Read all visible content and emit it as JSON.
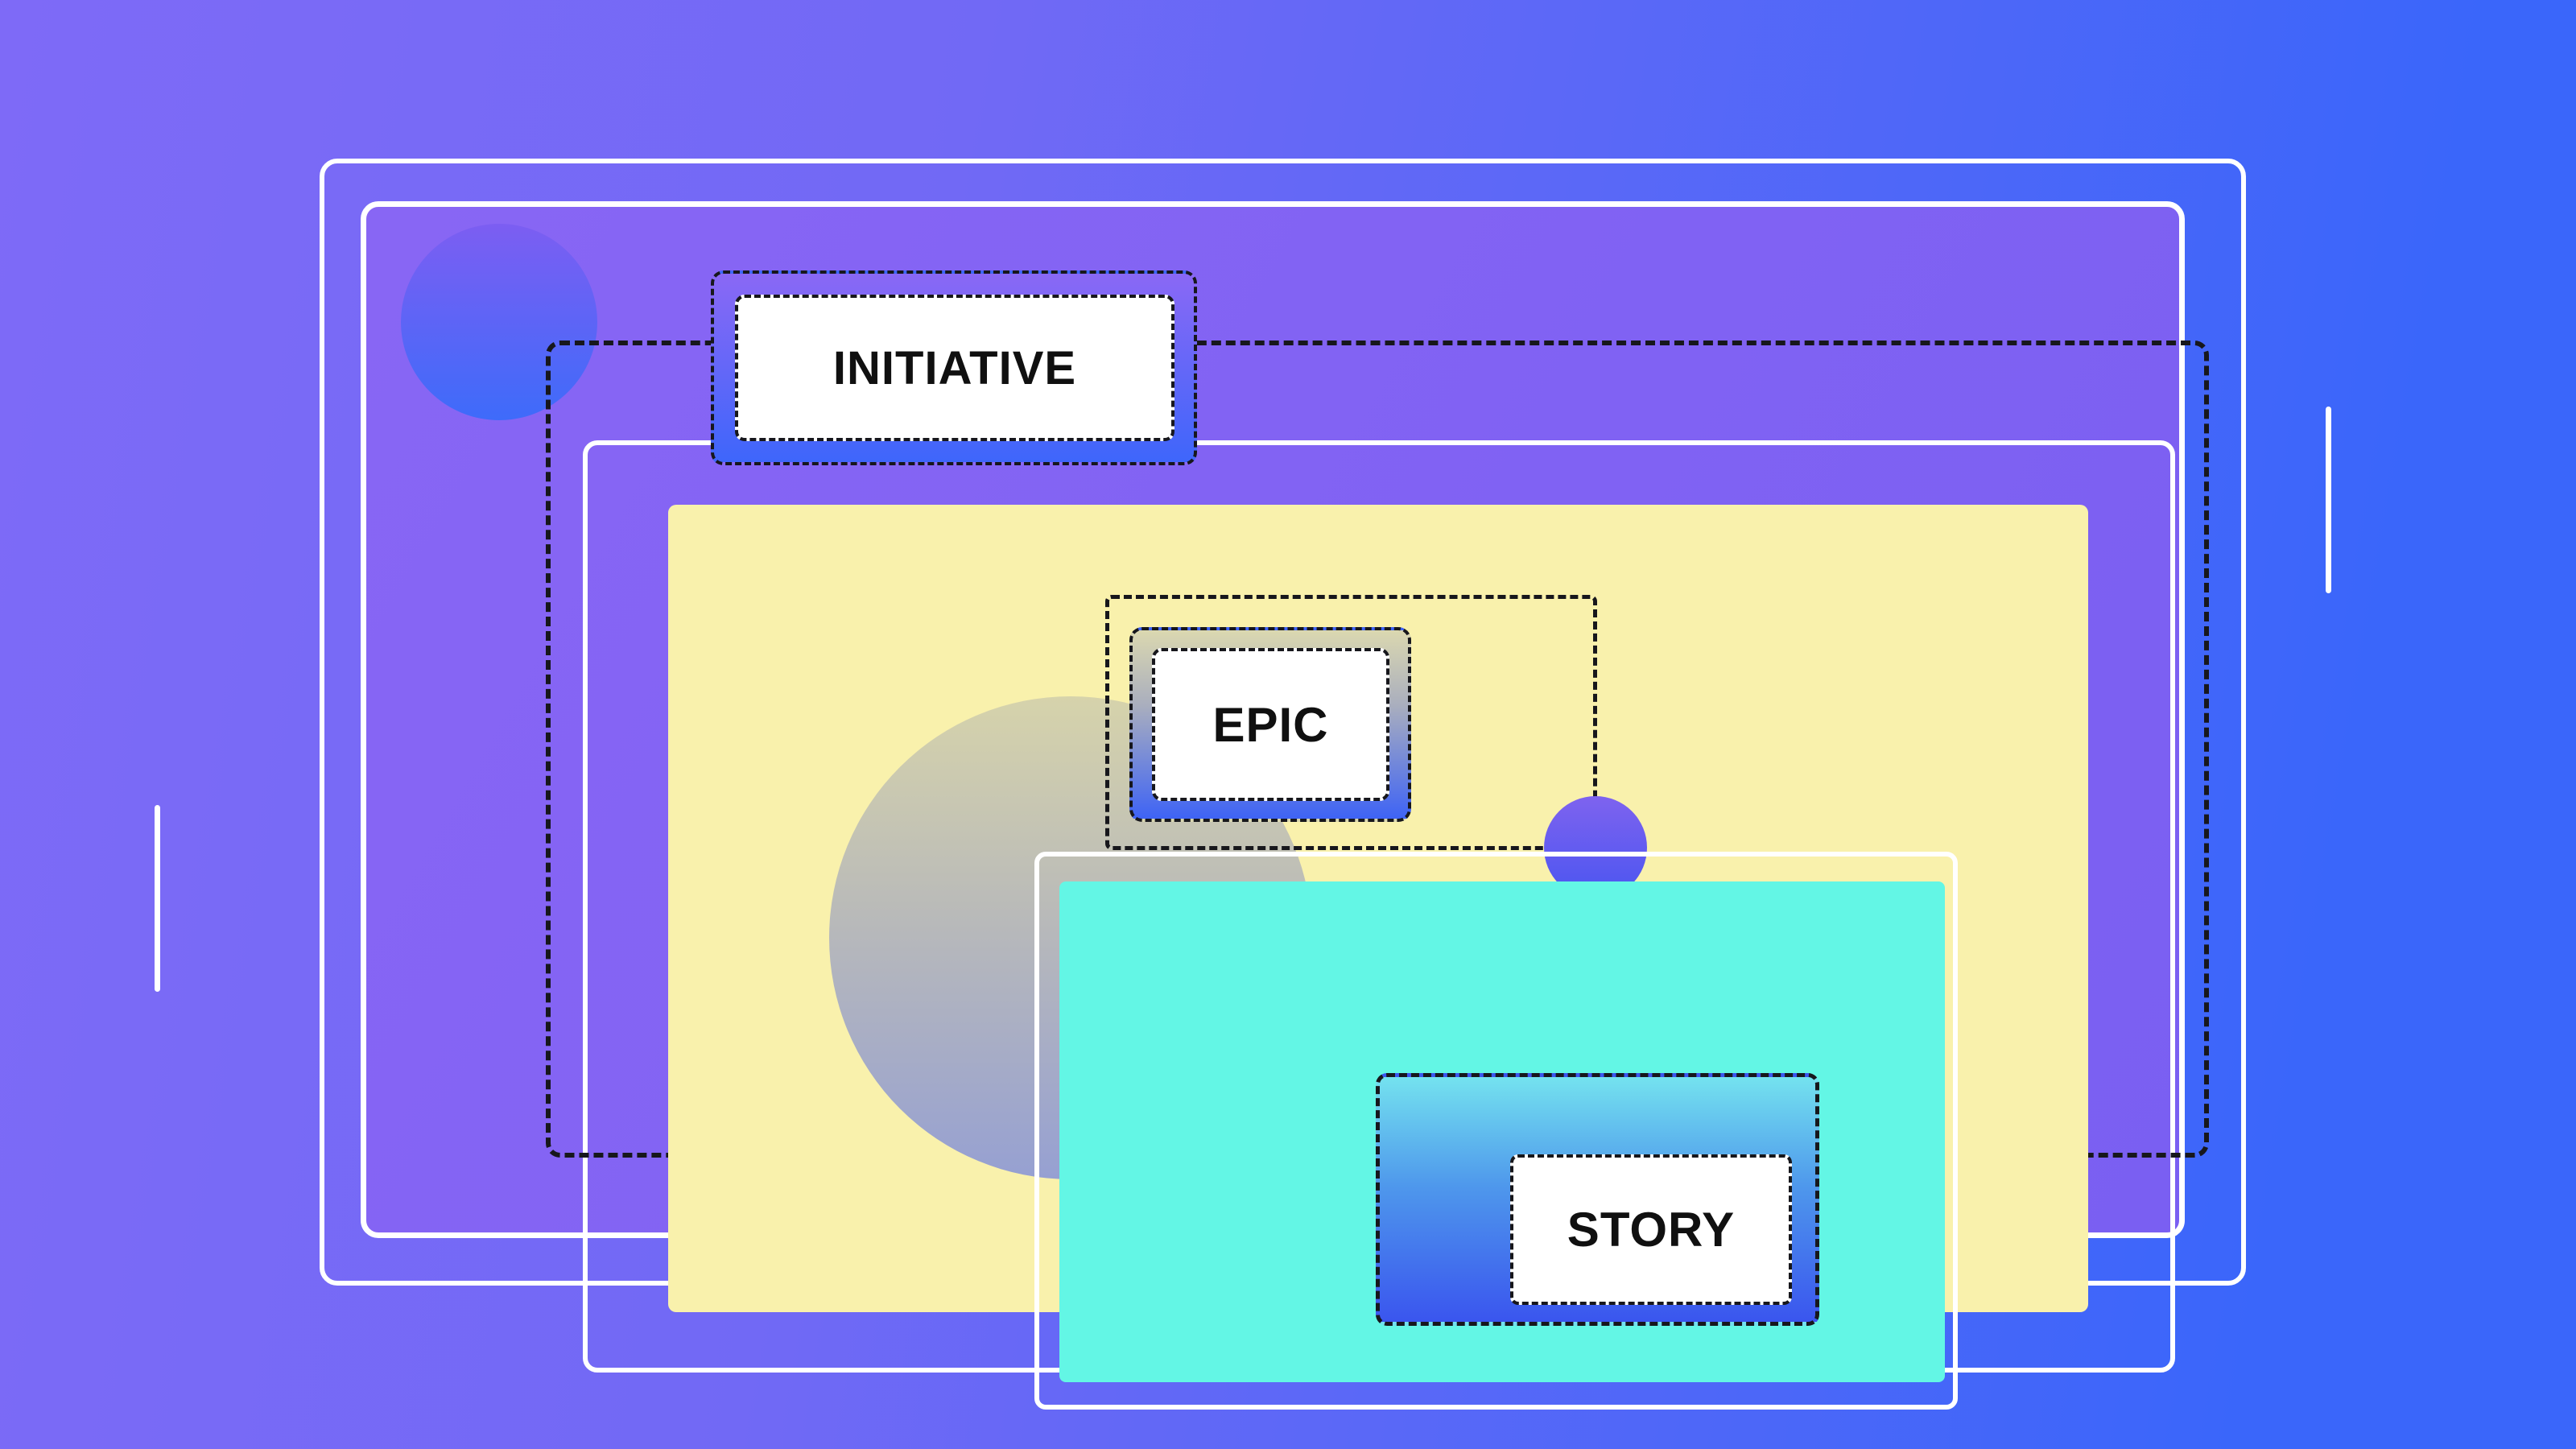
{
  "theme": {
    "bg-left": "#7E6AF7",
    "bg-right": "#3A66FA",
    "frame-stroke": "#FFFFFF",
    "dash-stroke": "#17171C",
    "panel-yellow": "#F9F1AC",
    "panel-cyan": "#63F6E5",
    "label-ink": "#101010",
    "badge-initiative-gradient-top": "#8A68F5",
    "badge-initiative-gradient-bottom": "#3E66FB",
    "badge-epic-gradient-top": "#DBD8B0",
    "badge-epic-gradient-bottom": "#3E63F5",
    "badge-story-gradient-top": "#74E2EF",
    "badge-story-gradient-bottom": "#3A55EE"
  },
  "badges": {
    "initiative": {
      "label": "INITIATIVE"
    },
    "epic": {
      "label": "EPIC"
    },
    "story": {
      "label": "STORY"
    }
  }
}
